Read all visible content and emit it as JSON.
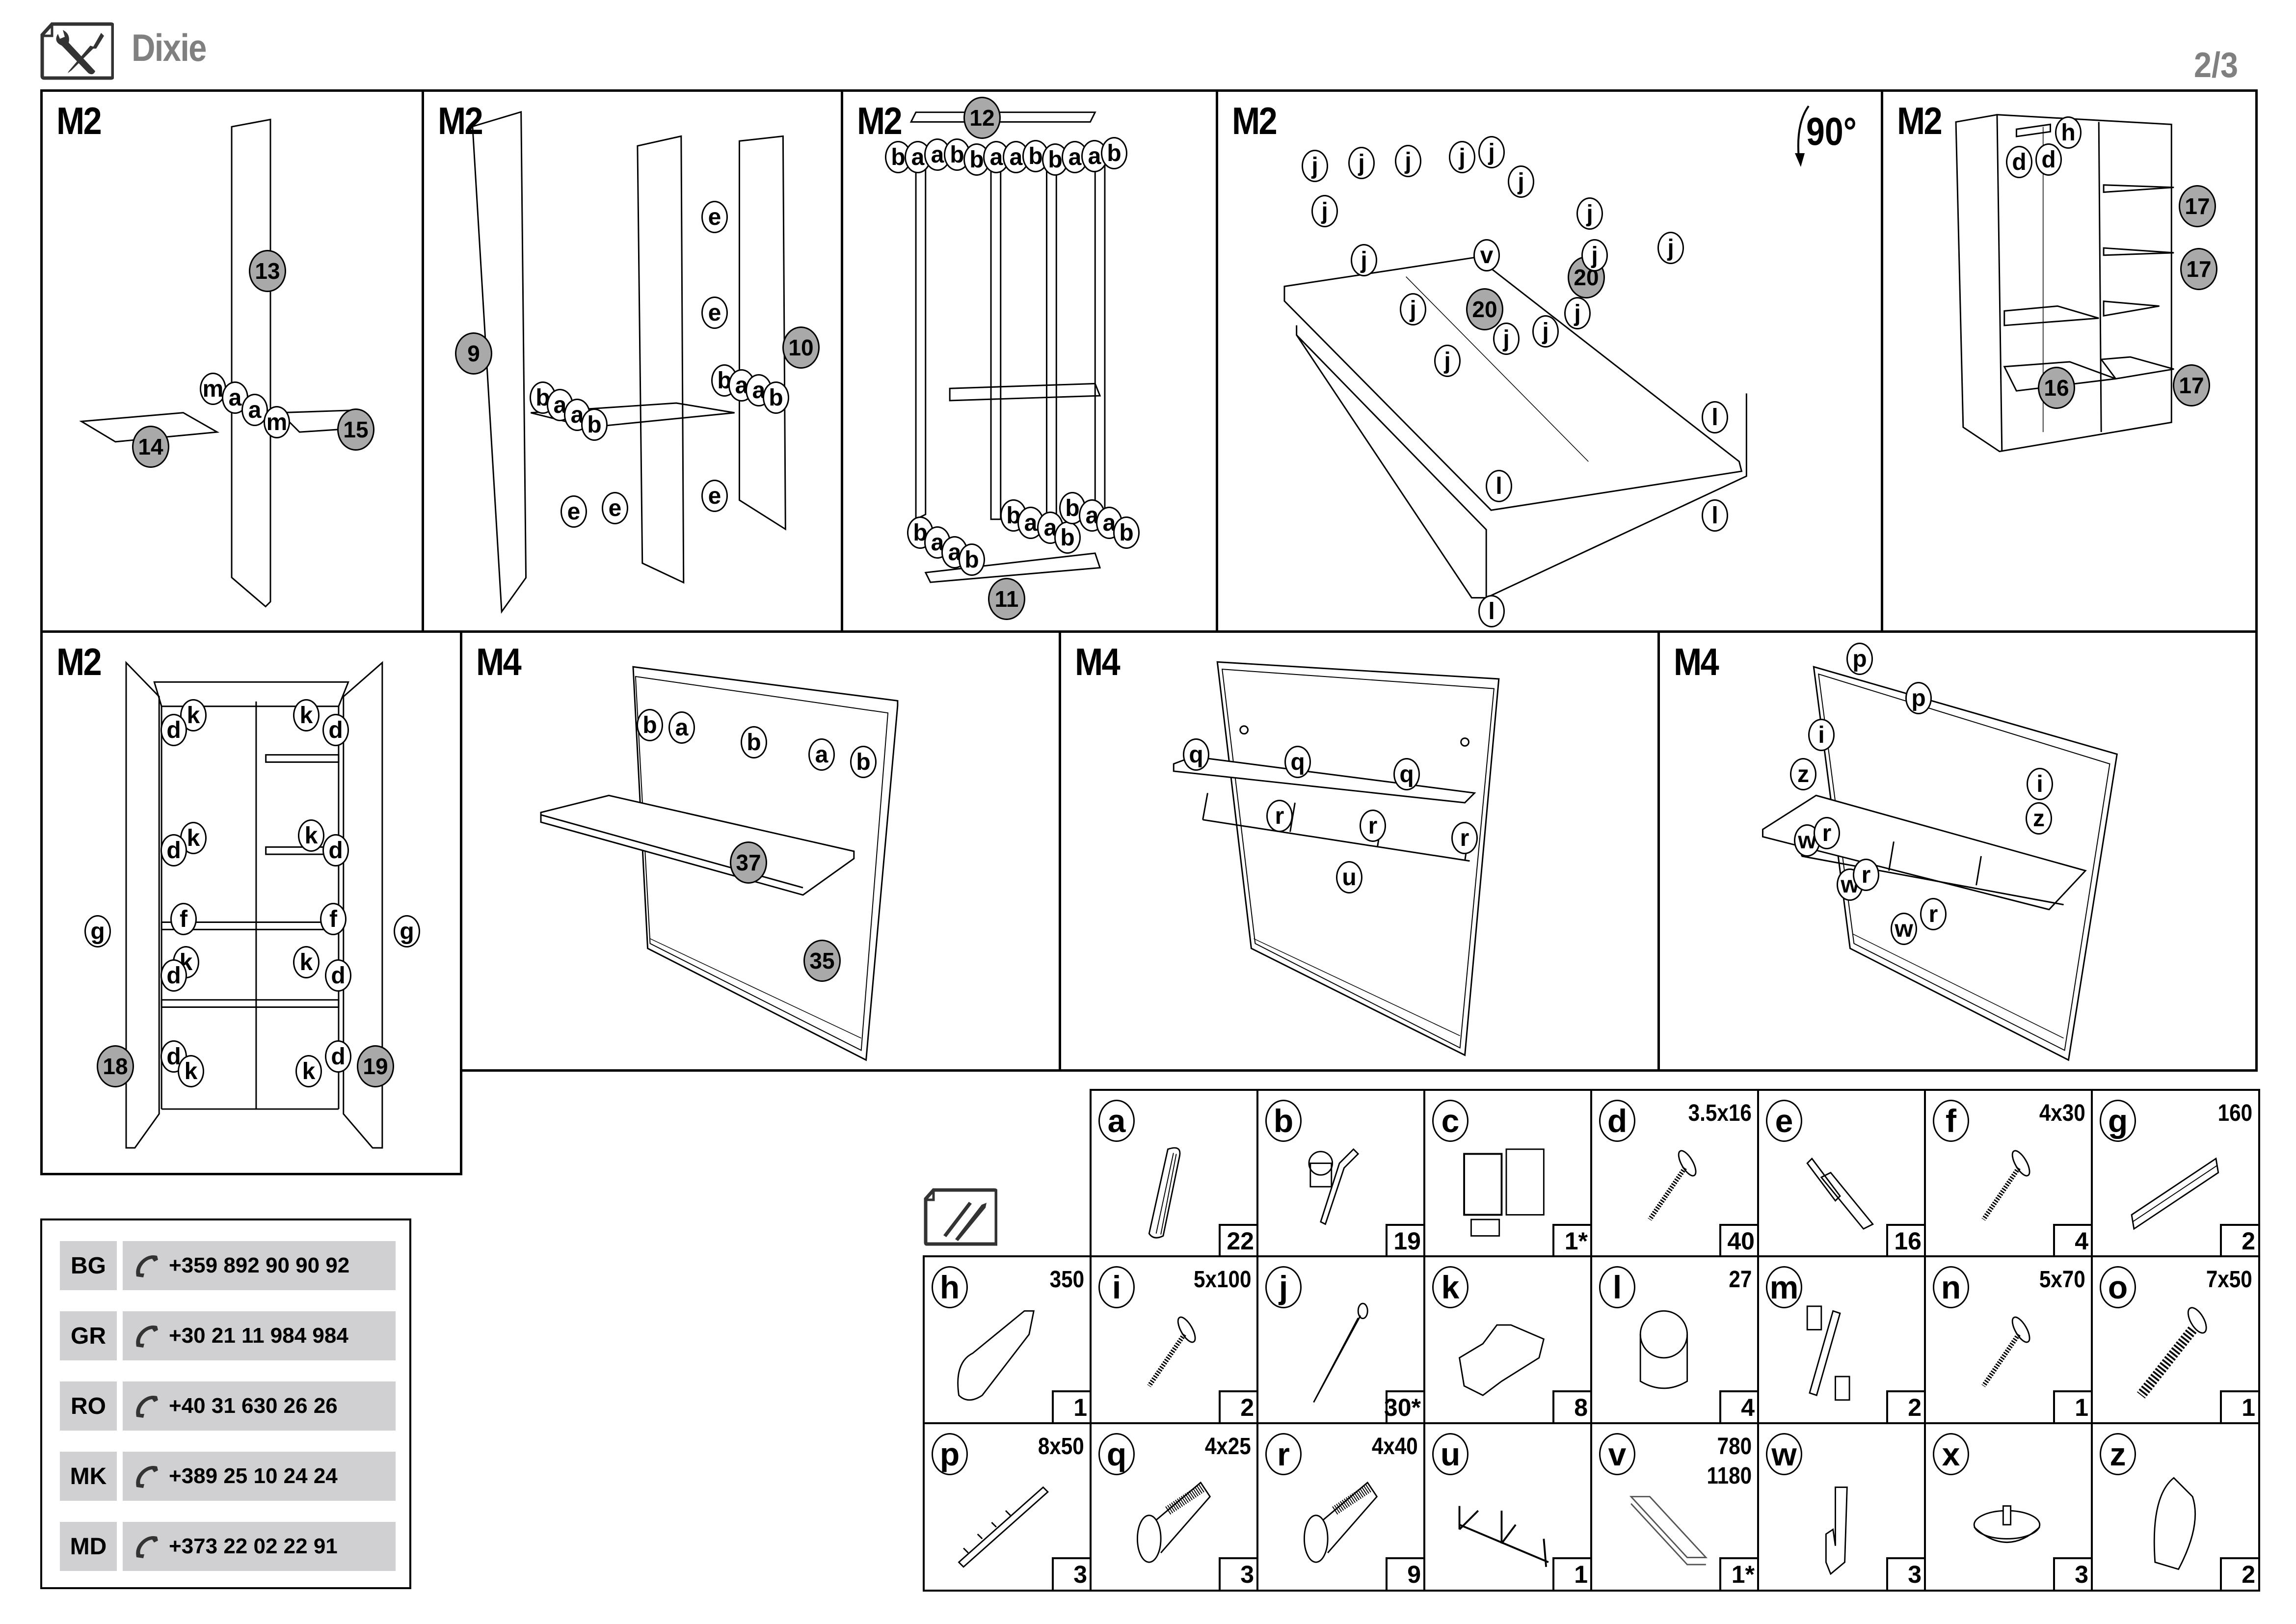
{
  "header": {
    "brand": "Dixie",
    "page": "2/3",
    "logo_icon": "wrench-screwdriver-icon"
  },
  "rotation_label": "90°",
  "panels": [
    {
      "id": "p1",
      "title": "M2",
      "parts": [
        "13",
        "14",
        "15"
      ],
      "hardware": [
        "m",
        "a",
        "a",
        "m"
      ]
    },
    {
      "id": "p2",
      "title": "M2",
      "parts": [
        "9",
        "10"
      ],
      "hardware": [
        "e",
        "e",
        "b",
        "a",
        "a",
        "b",
        "b",
        "a",
        "a",
        "b",
        "e",
        "e",
        "e"
      ]
    },
    {
      "id": "p3",
      "title": "M2",
      "parts": [
        "12",
        "11"
      ],
      "hardware": [
        "b",
        "a",
        "a",
        "b",
        "b",
        "a",
        "a",
        "b",
        "b",
        "a",
        "a",
        "b",
        "b",
        "a",
        "a",
        "b",
        "b",
        "a",
        "a",
        "b",
        "b",
        "a",
        "a",
        "b"
      ]
    },
    {
      "id": "p4",
      "title": "M2",
      "parts": [
        "20",
        "20"
      ],
      "hardware": [
        "j",
        "j",
        "j",
        "j",
        "j",
        "j",
        "j",
        "j",
        "v",
        "j",
        "j",
        "j",
        "j",
        "j",
        "j",
        "j",
        "j",
        "l",
        "l",
        "l",
        "l"
      ]
    },
    {
      "id": "p5",
      "title": "M2",
      "parts": [
        "17",
        "17",
        "16",
        "17"
      ],
      "hardware": [
        "h",
        "d",
        "d"
      ]
    },
    {
      "id": "p6",
      "title": "M2",
      "parts": [
        "18",
        "19"
      ],
      "hardware": [
        "k",
        "d",
        "k",
        "d",
        "k",
        "d",
        "k",
        "d",
        "f",
        "f",
        "g",
        "g",
        "k",
        "d",
        "k",
        "d",
        "d",
        "k",
        "d",
        "k"
      ]
    },
    {
      "id": "p7",
      "title": "M4",
      "parts": [
        "37",
        "35"
      ],
      "hardware": [
        "b",
        "a",
        "b",
        "a",
        "b"
      ]
    },
    {
      "id": "p8",
      "title": "M4",
      "parts": [],
      "hardware": [
        "q",
        "q",
        "q",
        "r",
        "r",
        "r",
        "u"
      ]
    },
    {
      "id": "p9",
      "title": "M4",
      "parts": [],
      "hardware": [
        "p",
        "p",
        "i",
        "z",
        "i",
        "z",
        "w",
        "r",
        "w",
        "r",
        "r",
        "w"
      ]
    }
  ],
  "hardware_table": [
    {
      "letter": "a",
      "size": "",
      "qty": "22",
      "icon": "dowel-icon"
    },
    {
      "letter": "b",
      "size": "",
      "qty": "19",
      "icon": "cam-lock-icon"
    },
    {
      "letter": "c",
      "size": "",
      "qty": "1*",
      "icon": "clip-bracket-icon"
    },
    {
      "letter": "d",
      "size": "3.5x16",
      "qty": "40",
      "icon": "screw-icon"
    },
    {
      "letter": "e",
      "size": "",
      "qty": "16",
      "icon": "shelf-pin-icon"
    },
    {
      "letter": "f",
      "size": "4x30",
      "qty": "4",
      "icon": "screw-icon"
    },
    {
      "letter": "g",
      "size": "160",
      "qty": "2",
      "icon": "handle-icon"
    },
    {
      "letter": "h",
      "size": "350",
      "qty": "1",
      "icon": "hanger-rail-icon"
    },
    {
      "letter": "i",
      "size": "5x100",
      "qty": "2",
      "icon": "screw-icon"
    },
    {
      "letter": "j",
      "size": "",
      "qty": "30*",
      "icon": "nail-icon"
    },
    {
      "letter": "k",
      "size": "",
      "qty": "8",
      "icon": "hinge-icon"
    },
    {
      "letter": "l",
      "size": "27",
      "qty": "4",
      "icon": "foot-icon"
    },
    {
      "letter": "m",
      "size": "",
      "qty": "2",
      "icon": "double-cam-icon"
    },
    {
      "letter": "n",
      "size": "5x70",
      "qty": "1",
      "icon": "screw-icon"
    },
    {
      "letter": "o",
      "size": "7x50",
      "qty": "1",
      "icon": "confirmat-screw-icon"
    },
    {
      "letter": "p",
      "size": "8x50",
      "qty": "3",
      "icon": "wall-plug-icon"
    },
    {
      "letter": "q",
      "size": "4x25",
      "qty": "3",
      "icon": "bolt-icon"
    },
    {
      "letter": "r",
      "size": "4x40",
      "qty": "9",
      "icon": "bolt-icon"
    },
    {
      "letter": "u",
      "size": "",
      "qty": "1",
      "icon": "coat-rail-icon"
    },
    {
      "letter": "v",
      "size": "780\n1180",
      "qty": "1*",
      "icon": "h-profile-icon"
    },
    {
      "letter": "w",
      "size": "",
      "qty": "3",
      "icon": "hook-icon"
    },
    {
      "letter": "x",
      "size": "",
      "qty": "3",
      "icon": "glide-icon"
    },
    {
      "letter": "z",
      "size": "",
      "qty": "2",
      "icon": "cap-icon"
    }
  ],
  "contacts": [
    {
      "country": "BG",
      "phone": "+359 892 90 90 92"
    },
    {
      "country": "GR",
      "phone": "+30 21 11 984 984"
    },
    {
      "country": "RO",
      "phone": "+40 31 630 26 26"
    },
    {
      "country": "MK",
      "phone": "+389 25 10 24 24"
    },
    {
      "country": "MD",
      "phone": "+373 22 02 22 91"
    }
  ]
}
